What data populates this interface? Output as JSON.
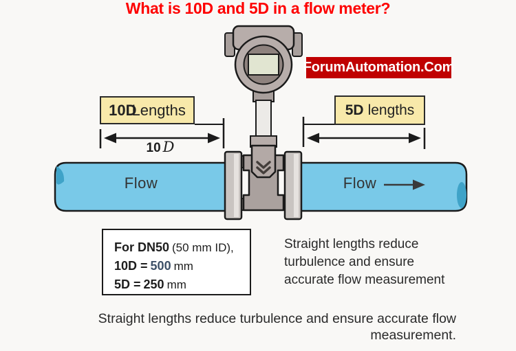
{
  "title": "What is 10D and 5D in a flow meter?",
  "badge": {
    "text": "ForumAutomation.Com"
  },
  "diagram": {
    "left_dim": {
      "box_bold": "10D",
      "box_rest": "Lengths",
      "dim_number": "10",
      "dim_letter": "D"
    },
    "right_dim": {
      "box_bold": "5D",
      "box_rest": "lengths"
    },
    "pipe_left_label": "Flow",
    "pipe_right_label": "Flow"
  },
  "info_box": {
    "line1_bold": "For DN50",
    "line1_rest": "(50 mm ID),",
    "line2_label": "10D =",
    "line2_value": "500",
    "line2_unit": "mm",
    "line3_label": "5D =",
    "line3_value": "250",
    "line3_unit": "mm"
  },
  "side_note": "Straight lengths reduce turbulence and ensure accurate flow measurement",
  "bottom_note": "Straight lengths reduce turbulence and ensure accurate flow measurement.",
  "colors": {
    "title_red": "#fe0000",
    "badge_bg": "#c00101",
    "badge_text": "#ffffff",
    "label_yellow": "#f8e9aa",
    "pipe_blue": "#79c9e8",
    "pipe_blue_dark": "#3fa3c8",
    "meter_gray": "#b7adaa",
    "meter_gray_dark": "#8e827e",
    "display_green": "#e1e5d1",
    "value_navy": "#3d5068",
    "outline": "#1b1b1b"
  }
}
